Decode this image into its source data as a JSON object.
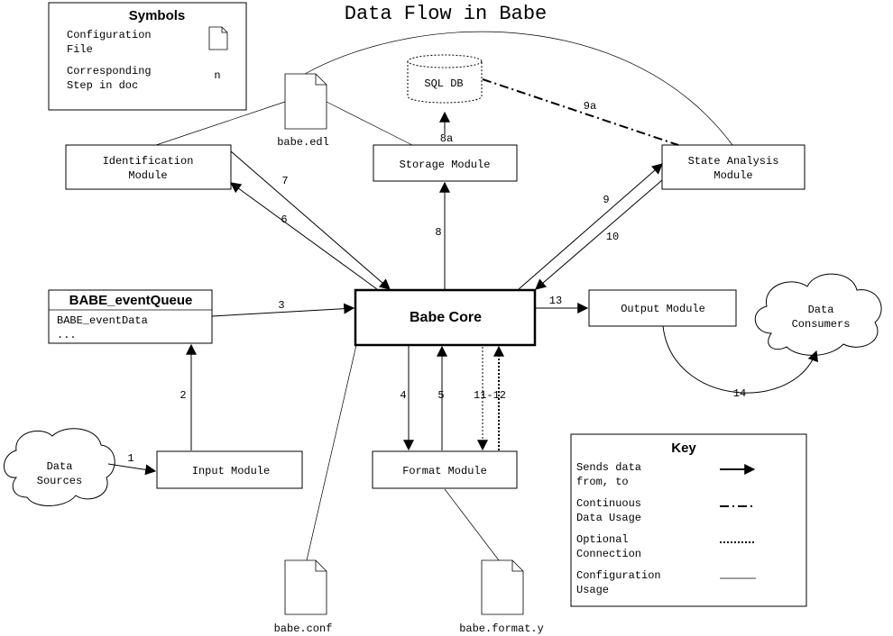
{
  "title": "Data Flow in Babe",
  "symbols": {
    "heading": "Symbols",
    "config_line1": "Configuration",
    "config_line2": "File",
    "step_line1": "Corresponding",
    "step_line2": "Step in doc",
    "step_symbol": "n"
  },
  "nodes": {
    "identification": [
      "Identification",
      "Module"
    ],
    "storage": "Storage Module",
    "state_analysis": [
      "State Analysis",
      "Module"
    ],
    "sql_db": "SQL DB",
    "babe_core": "Babe Core",
    "event_queue_title": "BABE_eventQueue",
    "event_queue_items": [
      "BABE_eventData",
      "..."
    ],
    "output": "Output Module",
    "data_consumers": [
      "Data",
      "Consumers"
    ],
    "data_sources": [
      "Data",
      "Sources"
    ],
    "input": "Input Module",
    "format": "Format Module"
  },
  "files": {
    "babe_edl": "babe.edl",
    "babe_conf": "babe.conf",
    "babe_format": "babe.format.y"
  },
  "steps": {
    "s1": "1",
    "s2": "2",
    "s3": "3",
    "s4": "4",
    "s5": "5",
    "s6": "6",
    "s7": "7",
    "s8": "8",
    "s8a": "8a",
    "s9": "9",
    "s9a": "9a",
    "s10": "10",
    "s11_12": "11-12",
    "s13": "13",
    "s14": "14"
  },
  "key": {
    "heading": "Key",
    "sends_1": "Sends data",
    "sends_2": "from, to",
    "continuous_1": "Continuous",
    "continuous_2": "Data Usage",
    "optional_1": "Optional",
    "optional_2": "Connection",
    "config_1": "Configuration",
    "config_2": "Usage"
  }
}
